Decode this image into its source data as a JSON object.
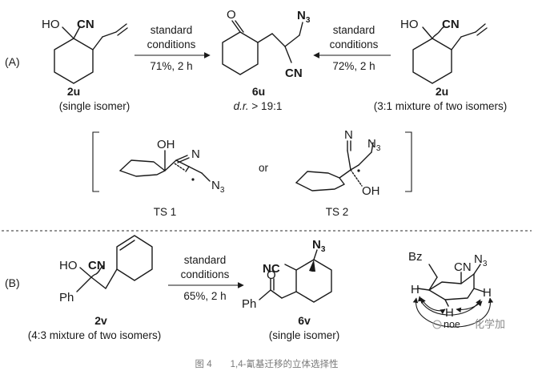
{
  "panelA": {
    "label": "(A)",
    "reactant_left": {
      "id": "2u",
      "desc": "(single isomer)",
      "ho": "HO",
      "cn": "CN"
    },
    "arrow_left": {
      "line1": "standard",
      "line2": "conditions",
      "yield": "71%, 2 h"
    },
    "product": {
      "id": "6u",
      "dr_label": "d.r.",
      "dr_value": "> 19:1",
      "n3": "N",
      "n3_sub": "3",
      "cn": "CN",
      "o": "O"
    },
    "arrow_right": {
      "line1": "standard",
      "line2": "conditions",
      "yield": "72%, 2 h"
    },
    "reactant_right": {
      "id": "2u",
      "desc": "(3:1 mixture of two isomers)",
      "ho": "HO",
      "cn": "CN"
    },
    "ts1": {
      "label": "TS 1",
      "oh": "OH",
      "n": "N",
      "n3": "N",
      "n3_sub": "3"
    },
    "or_text": "or",
    "ts2": {
      "label": "TS 2",
      "oh": "OH",
      "n": "N",
      "n3": "N",
      "n3_sub": "3"
    }
  },
  "panelB": {
    "label": "(B)",
    "reactant": {
      "id": "2v",
      "desc": "(4:3 mixture of two isomers)",
      "ho": "HO",
      "cn": "CN",
      "ph": "Ph"
    },
    "arrow": {
      "line1": "standard",
      "line2": "conditions",
      "yield": "65%, 2 h"
    },
    "product": {
      "id": "6v",
      "desc": "(single isomer)",
      "nc": "NC",
      "n3": "N",
      "n3_sub": "3",
      "o": "O",
      "ph": "Ph"
    },
    "conformer": {
      "bz": "Bz",
      "cn": "CN",
      "n3": "N",
      "n3_sub": "3",
      "h": "H",
      "noe": "noe"
    }
  },
  "watermark": "化学加",
  "caption": "图 4　　1,4-氰基迁移的立体选择性"
}
